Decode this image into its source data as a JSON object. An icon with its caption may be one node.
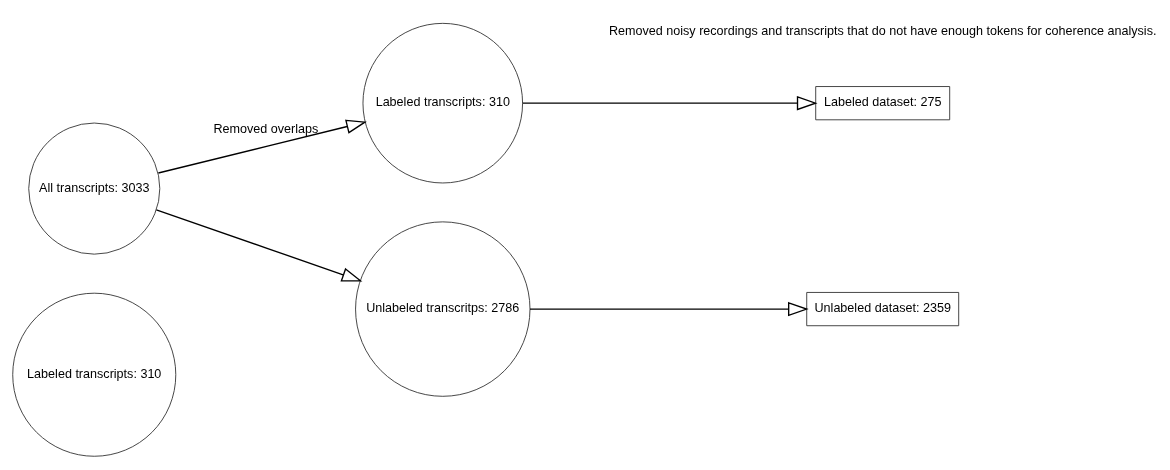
{
  "diagram": {
    "nodes": [
      {
        "text": [
          "Labeled transcripts: 310"
        ]
      },
      {
        "text": [
          "All transcripts: 3033"
        ]
      },
      {
        "text": [
          "Labeled transcripts: 310"
        ]
      },
      {
        "text": [
          "Labeled dataset: 275"
        ]
      },
      {
        "text": [
          "Unlabeled transcritps: 2786"
        ]
      },
      {
        "text": [
          "Unlabeled dataset: 2359"
        ]
      }
    ],
    "edges": [
      {
        "from": 1,
        "to": 2,
        "arrow": "to",
        "label": "Removed overlaps"
      },
      {
        "from": 1,
        "to": 4,
        "arrow": "to"
      },
      {
        "from": 2,
        "to": 3,
        "arrow": "to"
      },
      {
        "from": 4,
        "to": 5,
        "arrow": "to"
      }
    ],
    "labels": [
      "Removed noisy recordings and transcripts that do not have enough tokens for coherence analysis."
    ]
  }
}
